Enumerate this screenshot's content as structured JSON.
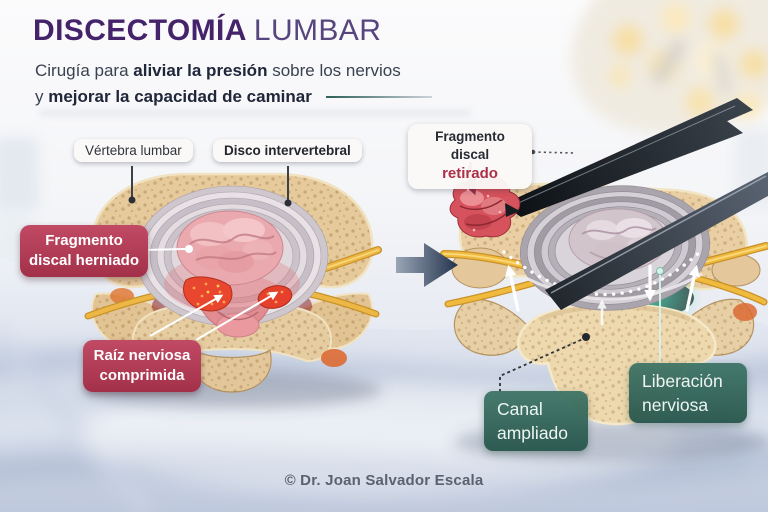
{
  "header": {
    "title_main": "DISCECTOMÍA",
    "title_sub": "LUMBAR",
    "subtitle": {
      "l1_a": "Cirugía para ",
      "l1_b": "aliviar la presión",
      "l1_c": " sobre los nervios",
      "l2_a": "y ",
      "l2_b": "mejorar la capacidad de caminar"
    }
  },
  "pre_op": {
    "label_vertebra": "Vértebra lumbar",
    "label_disc": "Disco intervertebral",
    "badge_herniated": "Fragmento discal herniado",
    "badge_nerve": "Raíz nerviosa comprimida"
  },
  "post_op": {
    "badge_removed_line1": "Fragmento discal",
    "badge_removed_line2": "retirado",
    "badge_canal": "Canal ampliado",
    "badge_release": "Liberación nerviosa"
  },
  "footer": {
    "copyright": "© Dr. Joan Salvador Escala"
  },
  "colors": {
    "title_purple": "#45236a",
    "badge_red": "#a33049",
    "badge_teal": "#2e675c",
    "highlight_red": "#ad2e47",
    "arrow_navy": "#24344d"
  }
}
